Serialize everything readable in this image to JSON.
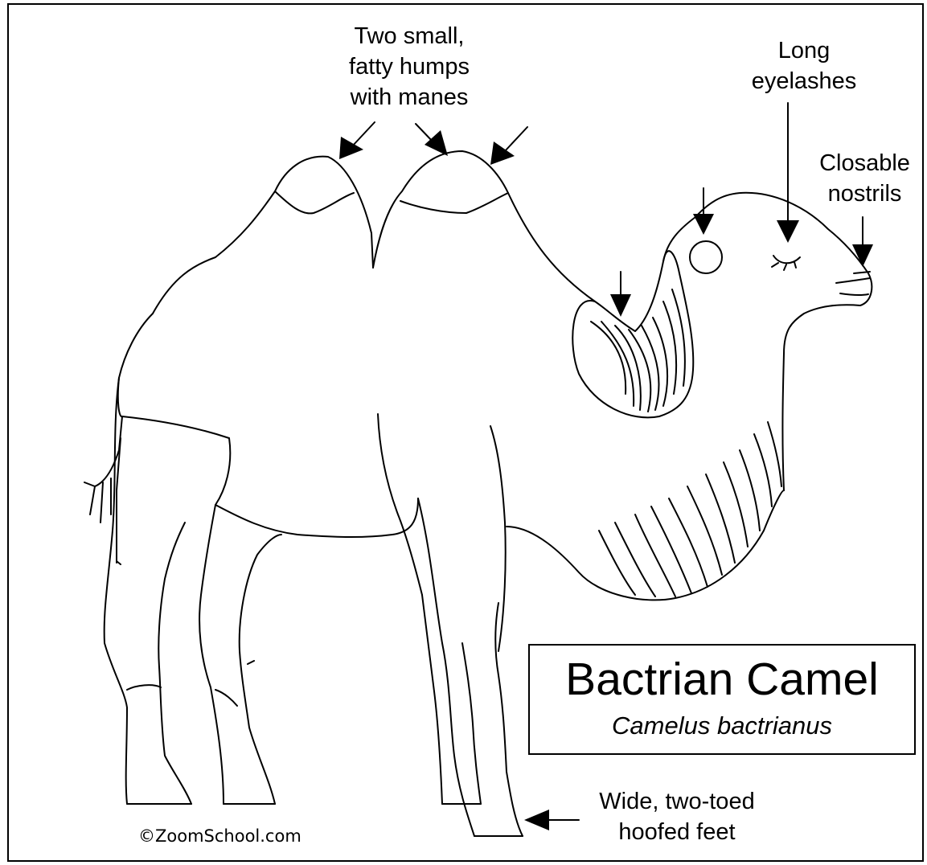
{
  "diagram": {
    "title": "Bactrian Camel",
    "scientific_name": "Camelus bactrianus",
    "labels": {
      "humps": "Two small,\nfatty humps\nwith manes",
      "eyelashes": "Long\neyelashes",
      "nostrils": "Closable\nnostrils",
      "feet": "Wide, two-toed\nhoofed feet"
    },
    "credit": "©ZoomSchool.com"
  },
  "colors": {
    "line": "#000000",
    "background": "#ffffff"
  }
}
